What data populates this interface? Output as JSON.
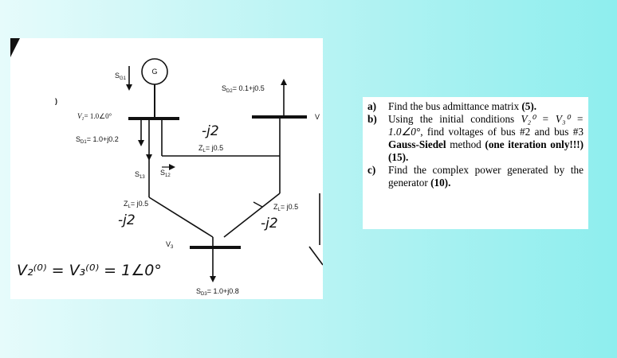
{
  "diagram": {
    "generator_label": "G",
    "sg1_label": "S",
    "sg1_sub": "G1",
    "sd2_label": "S",
    "sd2_sub": "D2",
    "sd2_value": "= 0.1+j0.5",
    "v1_label": "V",
    "v1_sub": "1",
    "v1_value": "= 1.0∠0°",
    "sd1_label": "S",
    "sd1_sub": "D1",
    "sd1_value": "= 1.0+j0.2",
    "v2_label": "V",
    "handwritten_j2_top": "-j2",
    "zl_top": "Z",
    "zl_top_value": "= j0.5",
    "s13_label": "S",
    "s13_sub": "13",
    "s12_label": "S",
    "s12_sub": "12",
    "zl_left": "Z",
    "zl_left_value": "= j0.5",
    "handwritten_j2_left": "-j2",
    "zl_right": "Z",
    "zl_right_value": "= j0.5",
    "handwritten_j2_right": "-j2",
    "v3_label": "V",
    "v3_sub": "3",
    "sd3_label": "S",
    "sd3_sub": "D3",
    "sd3_value": "= 1.0+j0.8",
    "handwritten_equation": "V₂⁽⁰⁾ = V₃⁽⁰⁾ = 1∠0°",
    "paren_mark": ")"
  },
  "questions": {
    "a_letter": "a)",
    "a_text": "Find the bus admittance matrix",
    "a_points": "(5).",
    "b_letter": "b)",
    "b_text1": "Using the initial conditions",
    "b_eq": "V₂⁰ = V₃⁰ = 1.0∠0°",
    "b_text2": ", find voltages of bus #2 and bus #3",
    "b_method": "Gauss-Siedel",
    "b_text3": "method",
    "b_note": "(one iteration only!!!)",
    "b_points": "(15).",
    "c_letter": "c)",
    "c_text": "Find the complex power generated by the generator",
    "c_points": "(10)."
  }
}
